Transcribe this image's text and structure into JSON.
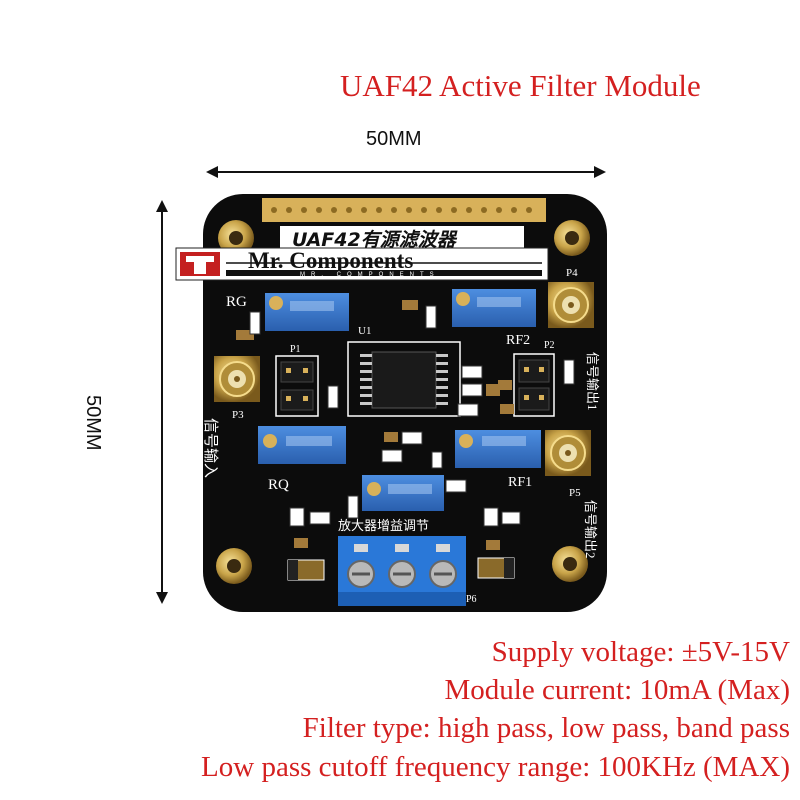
{
  "header": {
    "title": "UAF42 Active Filter Module"
  },
  "dimensions": {
    "width": "50MM",
    "height": "50MM"
  },
  "board": {
    "silkscreen_title": "UAF42有源滤波器",
    "brand_logo_text": "Mr. Components",
    "brand_logo_subtext": "MR. COMPONENTS",
    "labels": {
      "rg": "RG",
      "rq": "RQ",
      "rf1": "RF1",
      "rf2": "RF2",
      "u1": "U1",
      "p1": "P1",
      "p2": "P2",
      "p3": "P3",
      "p4": "P4",
      "p5": "P5",
      "p6": "P6",
      "signal_in": "信号输入",
      "signal_out_1": "信号输出1",
      "signal_out_2": "信号输出2",
      "amp_gain": "放大器增益调节"
    }
  },
  "specs": [
    "Supply voltage: ±5V-15V",
    "Module current: 10mA (Max)",
    "Filter type: high pass, low pass, band pass",
    "Low pass cutoff frequency range: 100KHz (MAX)"
  ],
  "colors": {
    "text_accent": "#d42020",
    "pcb": "#0c0c0c",
    "gold": "#c9a449",
    "trimmer_blue": "#2f6fc4",
    "terminal_blue": "#2a78d8"
  }
}
